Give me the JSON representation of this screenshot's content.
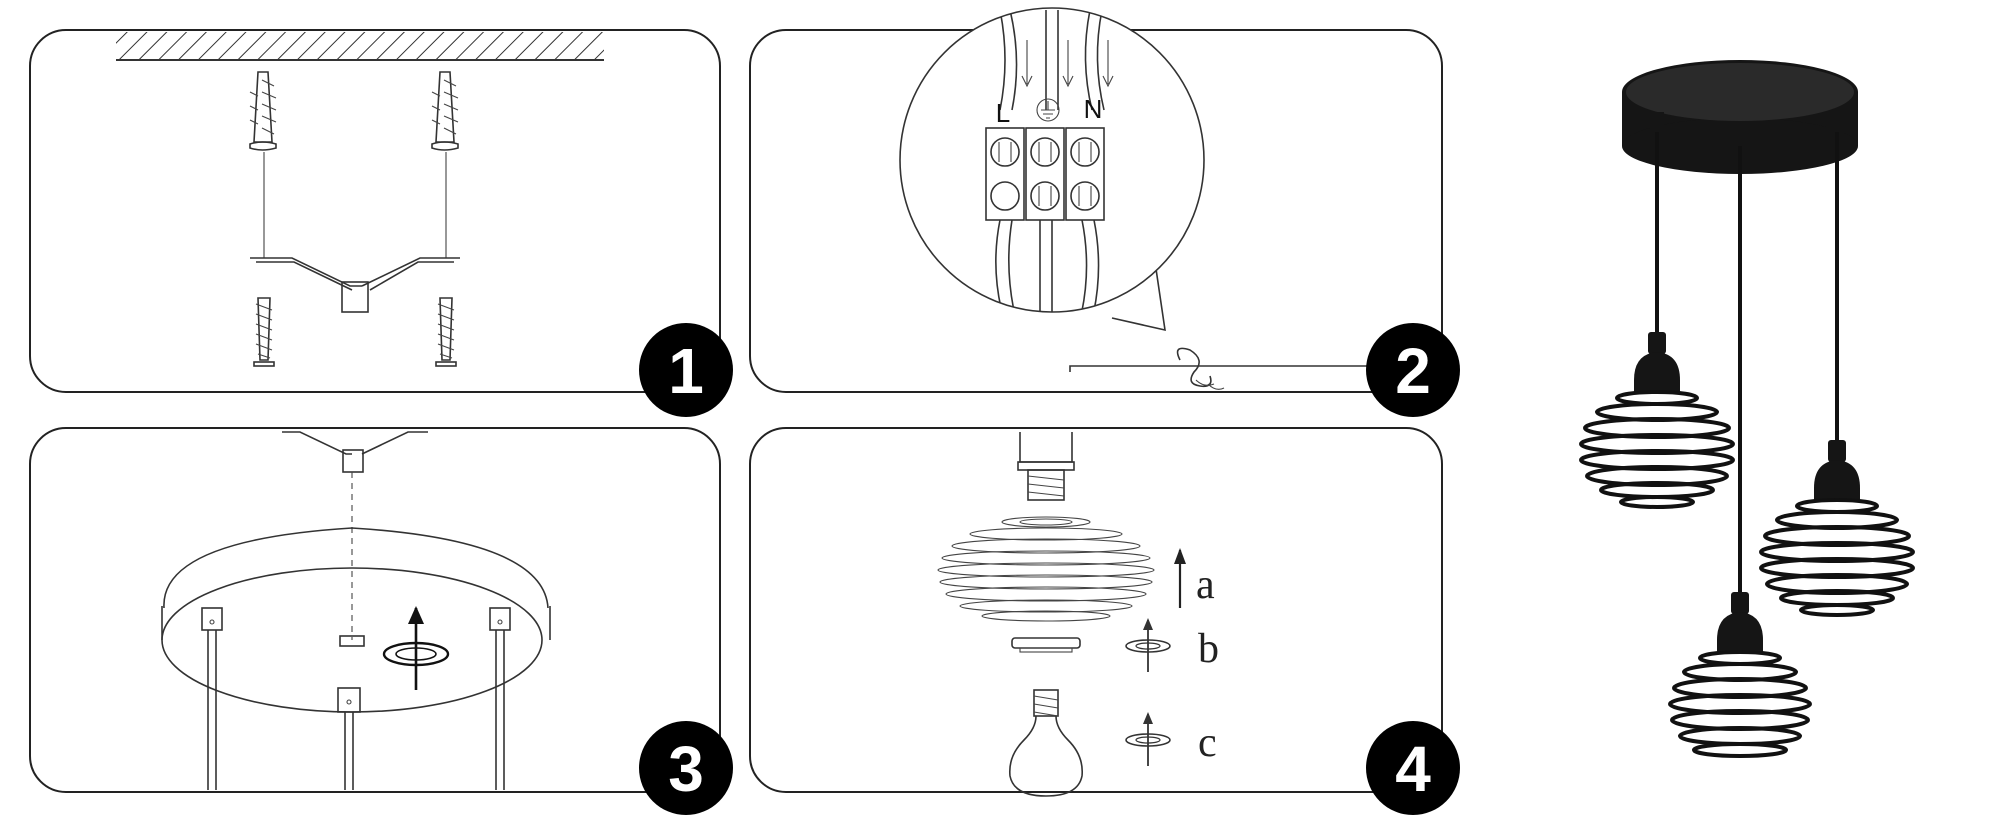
{
  "steps": [
    {
      "number": "1"
    },
    {
      "number": "2",
      "wire_labels": [
        "L",
        "N"
      ],
      "ground_symbol": "ground-icon"
    },
    {
      "number": "3"
    },
    {
      "number": "4",
      "sub_labels": [
        "a",
        "b",
        "c"
      ]
    }
  ],
  "colors": {
    "badge": "#000000",
    "line": "#333333",
    "lamp": "#151515"
  },
  "icons": [
    "wall-anchor-icon",
    "screw-icon",
    "mounting-bracket-icon",
    "terminal-block-icon",
    "ground-icon",
    "rotate-arrow-icon",
    "bulb-icon",
    "lamp-socket-icon",
    "spiral-shade-icon"
  ]
}
